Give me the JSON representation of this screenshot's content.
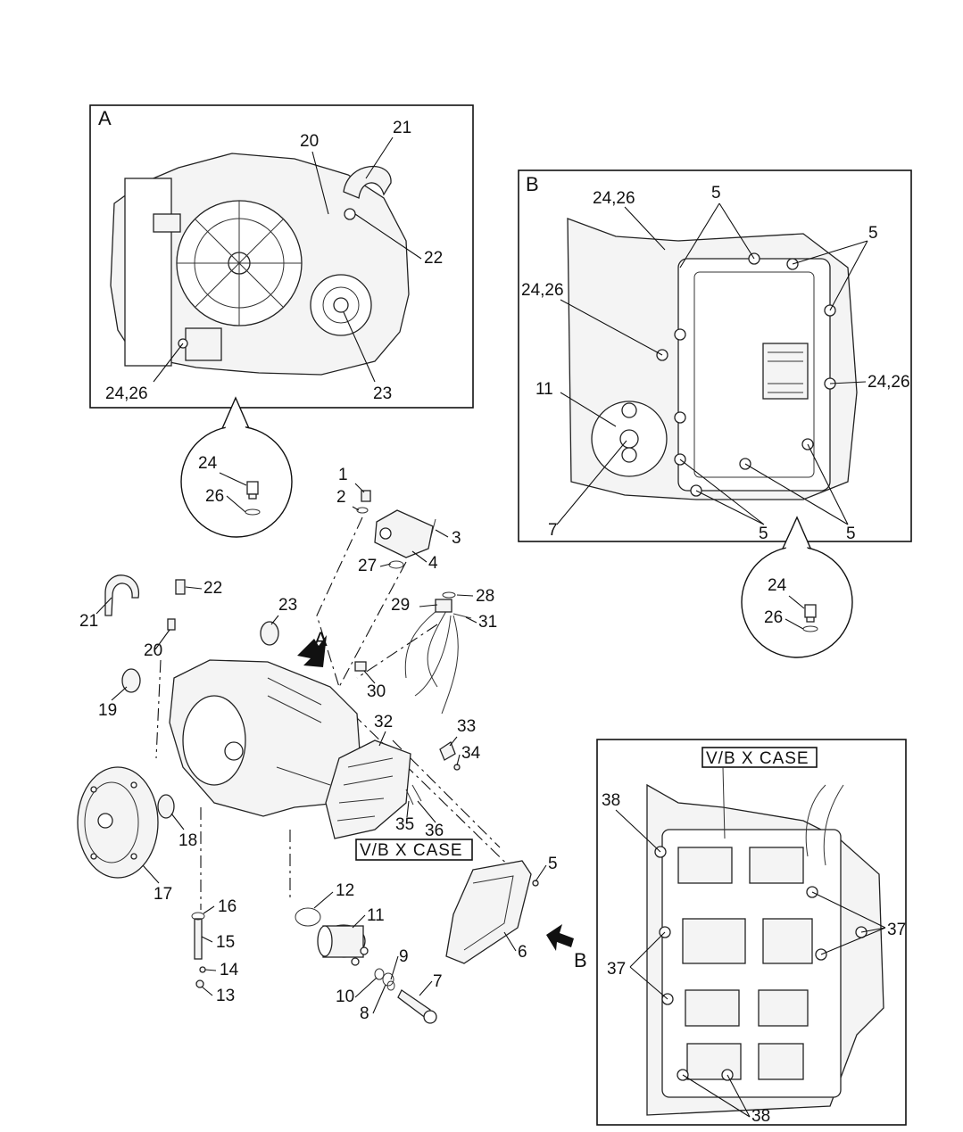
{
  "panels": {
    "a": {
      "letter": "A"
    },
    "b": {
      "letter": "B"
    },
    "vb": {
      "title": "V/B X CASE"
    }
  },
  "exploded": {
    "vb_label": "V/B X CASE",
    "arrow_a": "A",
    "arrow_b": "B"
  },
  "callouts": {
    "a20": "20",
    "a21": "21",
    "a22": "22",
    "a23": "23",
    "a2426": "24,26",
    "b2426_top": "24,26",
    "b2426_left": "24,26",
    "b2426_right": "24,26",
    "b5_top": "5",
    "b5_topright": "5",
    "b11": "11",
    "b7": "7",
    "b5_bottom_left": "5",
    "b5_bottom_right": "5",
    "c24_a": "24",
    "c26_a": "26",
    "c24_b": "24",
    "c26_b": "26",
    "p1": "1",
    "p2": "2",
    "p3": "3",
    "p4": "4",
    "p5": "5",
    "p6": "6",
    "p7": "7",
    "p8": "8",
    "p9": "9",
    "p10": "10",
    "p11": "11",
    "p12": "12",
    "p13": "13",
    "p14": "14",
    "p15": "15",
    "p16": "16",
    "p17": "17",
    "p18": "18",
    "p19": "19",
    "p20": "20",
    "p21": "21",
    "p22": "22",
    "p23": "23",
    "p27": "27",
    "p28": "28",
    "p29": "29",
    "p30": "30",
    "p31": "31",
    "p32": "32",
    "p33": "33",
    "p34": "34",
    "p35": "35",
    "p36": "36",
    "v38_top": "38",
    "v37_right": "37",
    "v37_left": "37",
    "v38_bottom": "38"
  }
}
